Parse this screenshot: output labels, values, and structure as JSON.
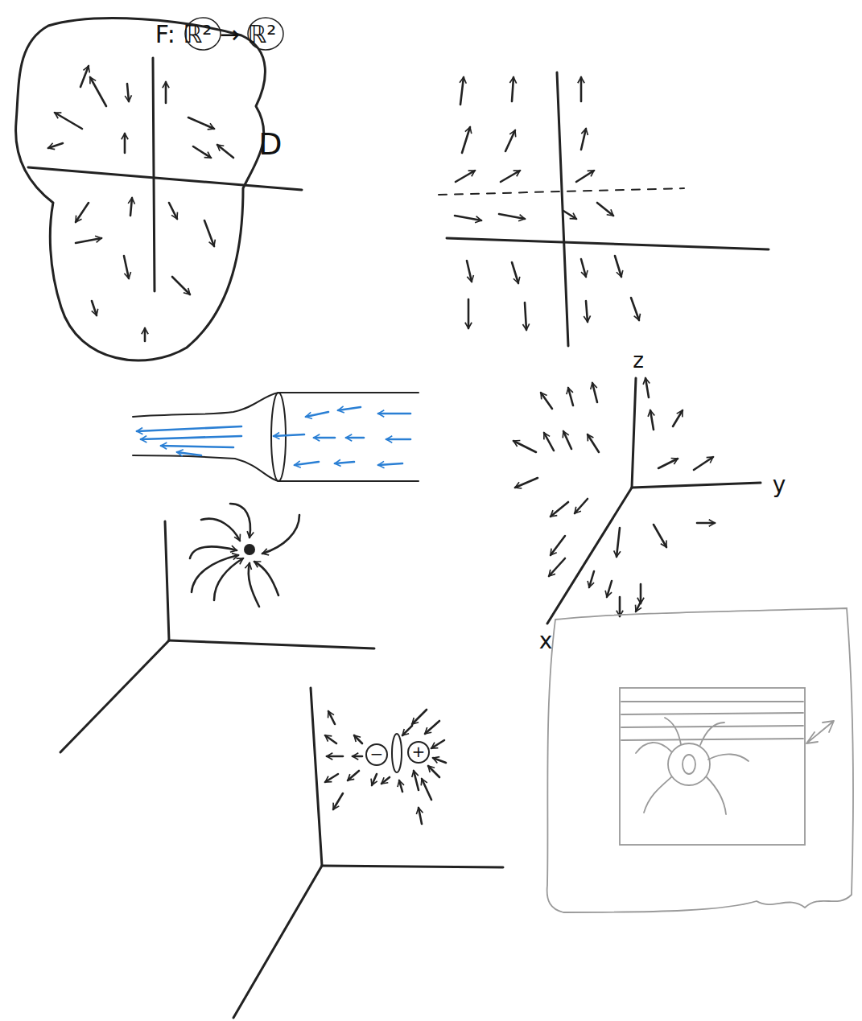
{
  "diagram": {
    "labels": [
      "F: ℝ² → ℝ²",
      "D",
      "z",
      "y",
      "x",
      "−",
      "+"
    ]
  }
}
